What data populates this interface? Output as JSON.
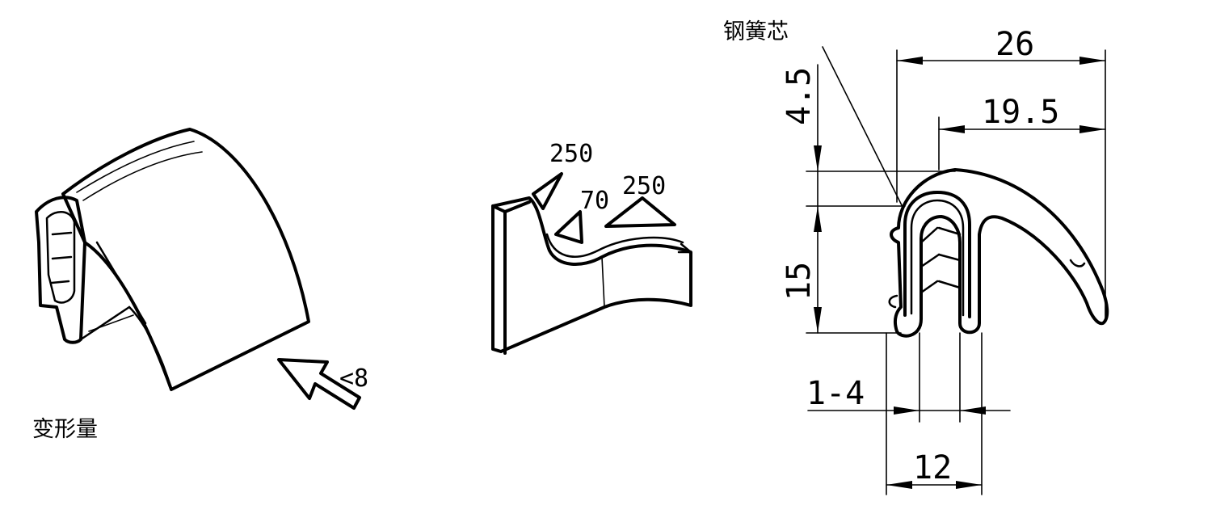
{
  "labels": {
    "deformation": "变形量",
    "steel_core": "钢簧芯"
  },
  "deformation_dimension": "<8",
  "force_values": {
    "left": "250",
    "middle": "70",
    "right": "250"
  },
  "profile_dimensions": {
    "overall_width": "26",
    "lip_width": "19.5",
    "top_height": "4.5",
    "body_height": "15",
    "grip_range": "1-4",
    "channel_width": "12"
  }
}
